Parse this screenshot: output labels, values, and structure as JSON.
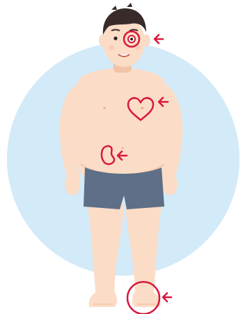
{
  "illustration": {
    "subject": "man-in-underwear",
    "markers": [
      {
        "name": "eye-marker",
        "icon": "eye-circle-icon"
      },
      {
        "name": "heart-marker",
        "icon": "heart-outline-icon"
      },
      {
        "name": "kidney-marker",
        "icon": "kidney-outline-icon"
      },
      {
        "name": "foot-marker",
        "icon": "foot-circle-icon"
      }
    ]
  },
  "colors": {
    "background_circle": "#d3eaf8",
    "skin": "#fbdcc6",
    "skin_shadow": "#f1c4a6",
    "hair": "#3a2b2b",
    "shorts": "#5e6f87",
    "marker_red": "#d6183e"
  }
}
